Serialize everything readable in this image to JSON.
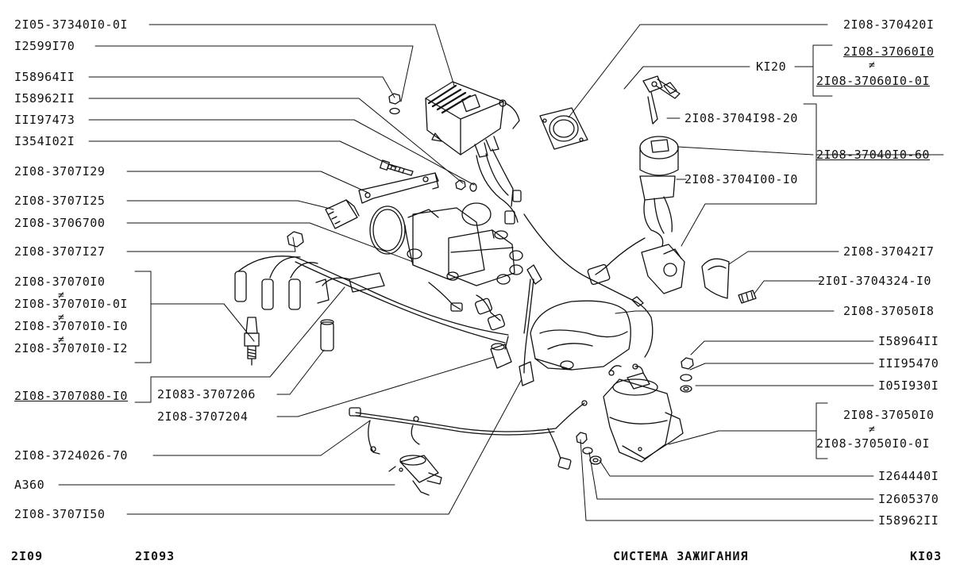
{
  "page": {
    "left_code": "2I09",
    "center_code": "2I093",
    "title": "СИСТЕМА ЗАЖИГАНИЯ",
    "page_code": "KI03"
  },
  "labels_left": [
    "2I05-37340I0-0I",
    "I2599I70",
    "I58964II",
    "I58962II",
    "III97473",
    "I354I02I",
    "2I08-3707I29",
    "2I08-3707I25",
    "2I08-3706700",
    "2I08-3707I27",
    "2I08-37070I0",
    "2I08-37070I0-0I",
    "2I08-37070I0-I0",
    "2I08-37070I0-I2",
    "2I08-3707080-I0",
    "2I083-3707206",
    "2I08-3707204",
    "2I08-3724026-70",
    "A360",
    "2I08-3707I50"
  ],
  "labels_right": [
    "2I08-370420I",
    "KI20",
    "2I08-37060I0",
    "2I08-37060I0-0I",
    "2I08-3704I98-20",
    "2I08-37040I0-60",
    "2I08-3704I00-I0",
    "2I08-37042I7",
    "2I0I-3704324-I0",
    "2I08-37050I8",
    "I58964II",
    "III95470",
    "I05I930I",
    "2I08-37050I0",
    "2I08-37050I0-0I",
    "I264440I",
    "I2605370",
    "I58962II"
  ],
  "alternative_mark": "≠",
  "colors": {
    "ink": "#111111",
    "paper": "#ffffff"
  }
}
